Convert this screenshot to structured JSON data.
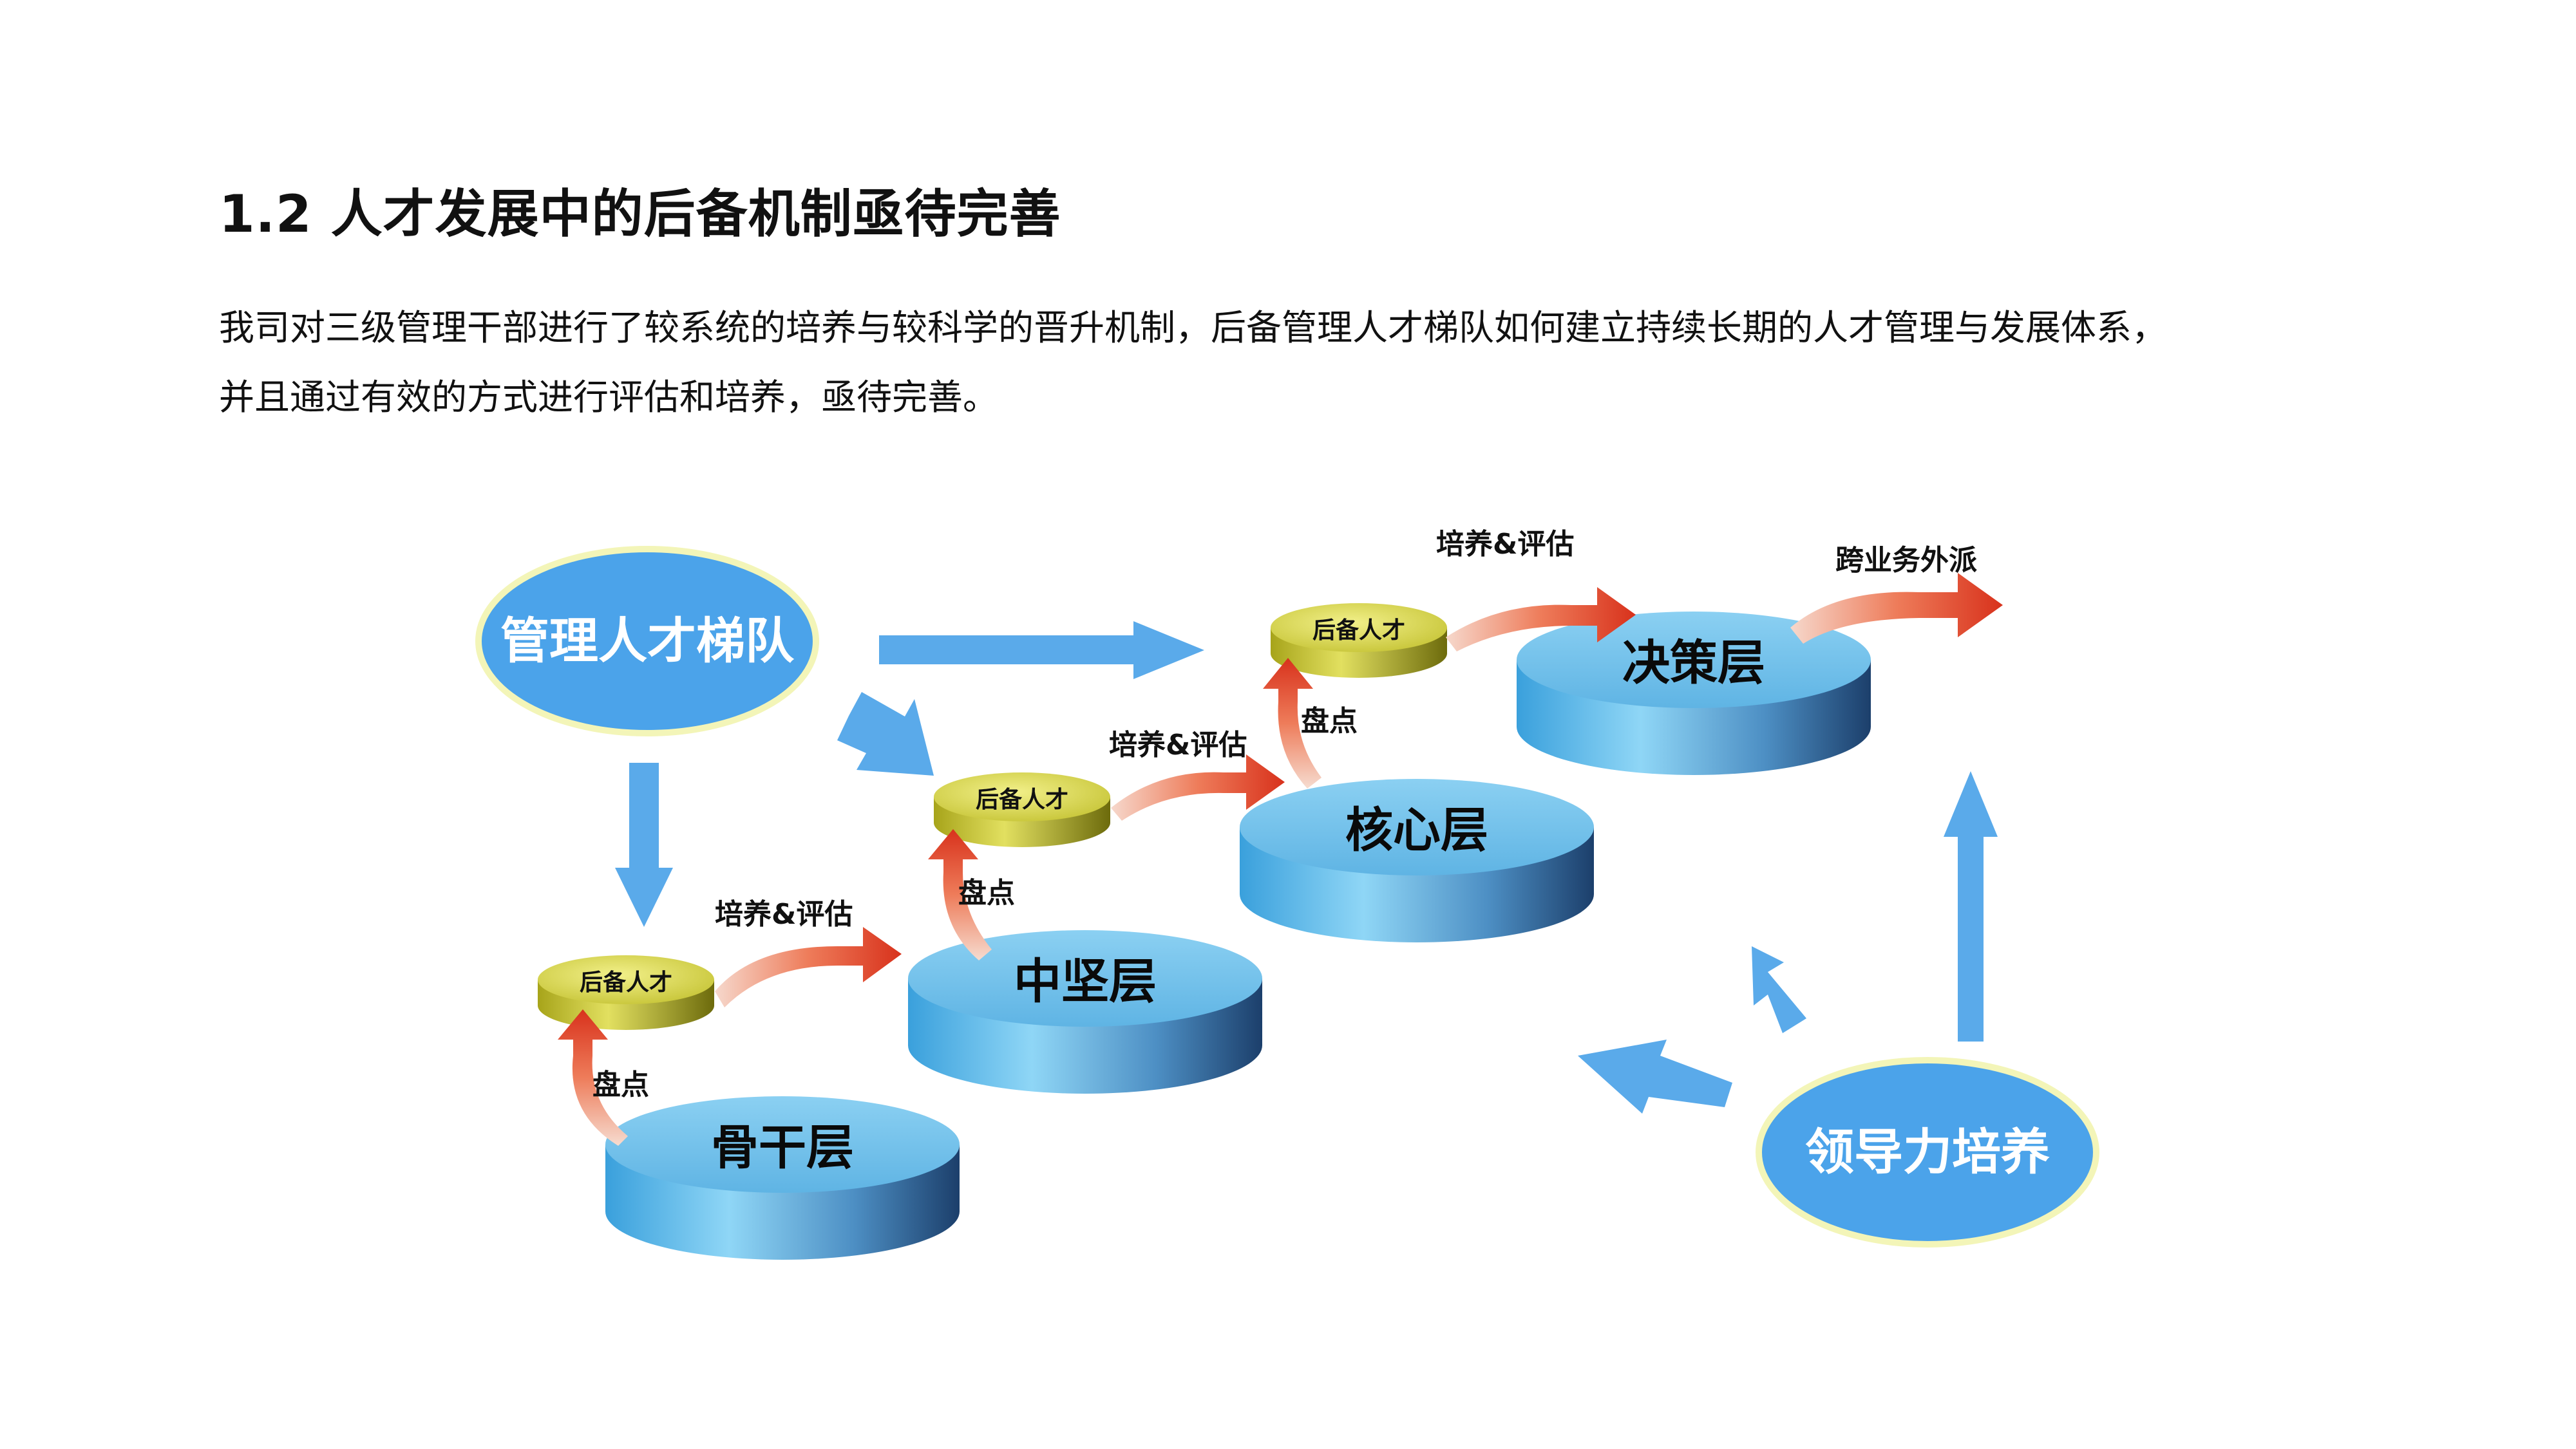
{
  "section_title": "1.2  人才发展中的后备机制亟待完善",
  "paragraph": {
    "line1": "我司对三级管理干部进行了较系统的培养与较科学的晋升机制，后备管理人才梯队如何建立持续长期的人才管理与发展体系，",
    "line2": "并且通过有效的方式进行评估和培养，亟待完善。"
  },
  "diagram": {
    "left_ellipse": "管理人才梯队",
    "right_ellipse": "领导力培养",
    "tiers": {
      "backbone": "骨干层",
      "middle": "中坚层",
      "core": "核心层",
      "decision": "决策层"
    },
    "reserve_label": "后备人才",
    "assess_label": "盘点",
    "train_label": "培养&评估",
    "dispatch_label": "跨业务外派"
  },
  "colors": {
    "arrow_blue": "#5aaaea",
    "ellipse_blue": "#4ba3ea",
    "ellipse_border": "#f3f5b8",
    "disk_light": "#8cd0f3",
    "disk_dark": "#1f4d80",
    "gold": "#c8c832",
    "red_arrow": "#e84a2a"
  }
}
